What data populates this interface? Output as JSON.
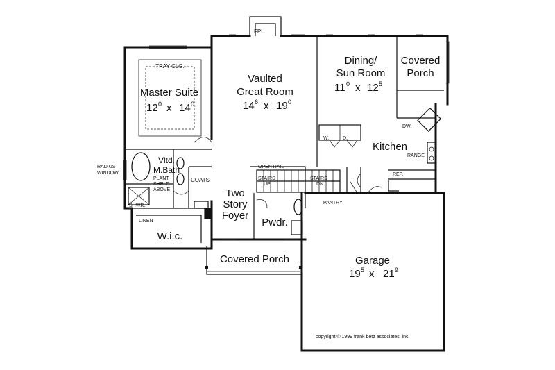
{
  "rooms": {
    "great_room": {
      "line1": "Vaulted",
      "line2": "Great Room",
      "w": "14",
      "w_in": "6",
      "x": "x",
      "d": "19",
      "d_in": "0"
    },
    "dining": {
      "line1": "Dining/",
      "line2": "Sun Room",
      "w": "11",
      "w_in": "0",
      "x": "x",
      "d": "12",
      "d_in": "5"
    },
    "covered_porch_rear": {
      "line1": "Covered",
      "line2": "Porch"
    },
    "master_suite": {
      "line1": "Master Suite",
      "w": "12",
      "w_in": "0",
      "x": "x",
      "d": "14",
      "d_in": "0"
    },
    "master_bath": {
      "line1": "Vltd.",
      "line2": "M.Bath"
    },
    "kitchen": {
      "line1": "Kitchen"
    },
    "foyer": {
      "line1": "Two",
      "line2": "Story",
      "line3": "Foyer"
    },
    "powder": {
      "line1": "Pwdr."
    },
    "wic": {
      "line1": "W.i.c."
    },
    "covered_porch_front": {
      "line1": "Covered Porch"
    },
    "garage": {
      "line1": "Garage",
      "w": "19",
      "w_in": "5",
      "x": "x",
      "d": "21",
      "d_in": "9"
    }
  },
  "notes": {
    "fpl": "FPL.",
    "tray": "TRAY CLG.",
    "radius1": "RADIUS",
    "radius2": "WINDOW",
    "plant1": "PLANT",
    "plant2": "SHELF",
    "plant3": "ABOVE",
    "coats": "COATS",
    "shwr": "SHWR.",
    "linen": "LINEN",
    "open_rail": "OPEN RAIL",
    "stairs_up1": "STAIRS",
    "stairs_up2": "UP",
    "stairs_dn1": "STAIRS",
    "stairs_dn2": "DN.",
    "pantry": "PANTRY",
    "w": "W.",
    "d": "D.",
    "dw": "DW.",
    "range": "RANGE",
    "ref": "REF.",
    "copyright": "copyright  ©  1999 frank betz associates, inc."
  }
}
